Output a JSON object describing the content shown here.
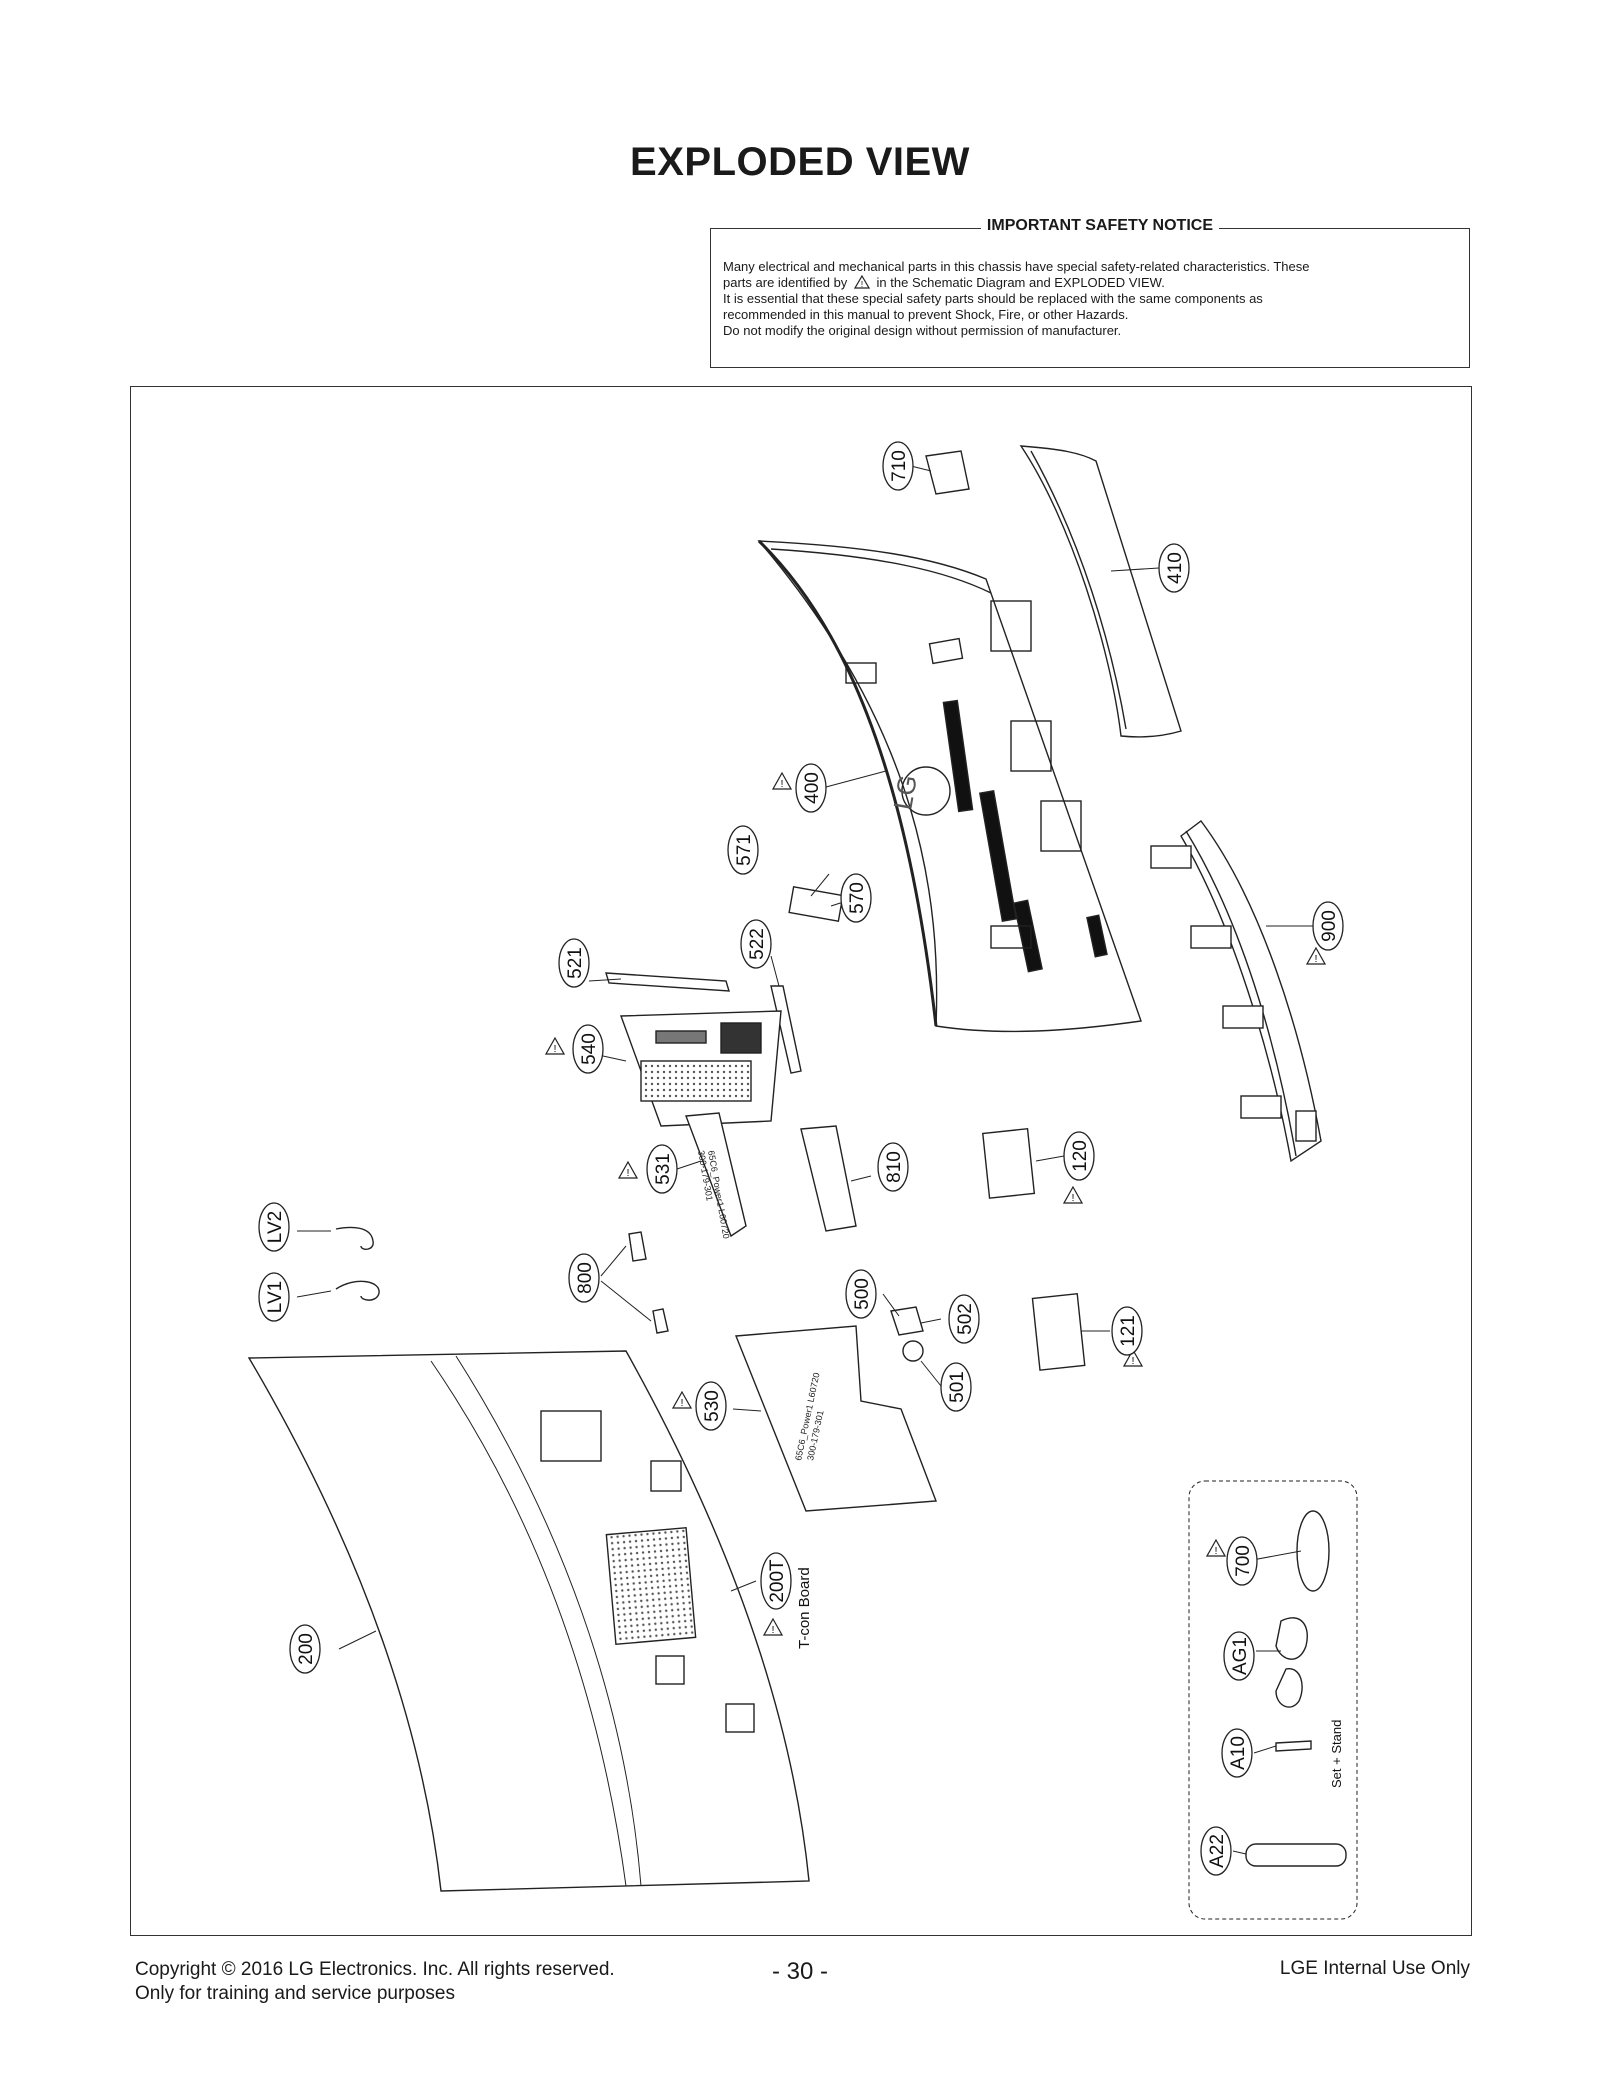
{
  "title": "EXPLODED VIEW",
  "safety_notice": {
    "heading": "IMPORTANT SAFETY NOTICE",
    "line1": "Many electrical and mechanical parts in this chassis have special safety-related characteristics. These",
    "line2a": "parts are identified by",
    "line2b": "in the Schematic Diagram and EXPLODED VIEW.",
    "line3": "It is essential that these special safety parts should be replaced with the same components as",
    "line4": "recommended in this manual to prevent Shock, Fire, or other Hazards.",
    "line5": "Do not modify the original design without permission of manufacturer."
  },
  "parts": {
    "p710": "710",
    "p410": "410",
    "p400": "400",
    "p571": "571",
    "p570": "570",
    "p900": "900",
    "p521": "521",
    "p522": "522",
    "p540": "540",
    "p531": "531",
    "p810": "810",
    "p120": "120",
    "pLV2": "LV2",
    "pLV1": "LV1",
    "p800": "800",
    "p500": "500",
    "p502": "502",
    "p121": "121",
    "p501": "501",
    "p530": "530",
    "p200T": "200T",
    "p200": "200",
    "p700": "700",
    "pAG1": "AG1",
    "pA10": "A10",
    "pA22": "A22"
  },
  "annotations": {
    "tcon": "T-con Board",
    "set_stand": "Set + Stand",
    "board_label_531a": "65C6_Power1 L60720",
    "board_label_531b": "300-179-301",
    "board_label_530a": "65C6_Power1 L60720",
    "board_label_530b": "300-179-301",
    "logo": "LG"
  },
  "footer": {
    "copyright_line1": "Copyright  © 2016 LG Electronics. Inc. All rights reserved.",
    "copyright_line2": "Only for training and service purposes",
    "page_number": "- 30 -",
    "internal": "LGE Internal Use Only"
  }
}
